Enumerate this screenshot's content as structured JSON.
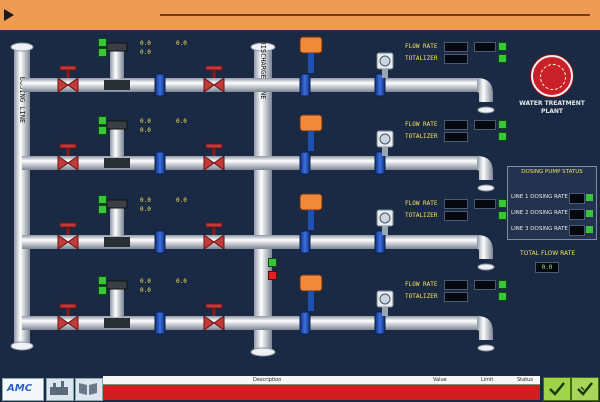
{
  "banner": {},
  "pipe_labels": {
    "left_header": "DOSING LINE",
    "mid_header": "DISCHARGE LINE"
  },
  "lines": [
    {
      "meter_label_1": "FLOW RATE",
      "meter_label_2": "TOTALIZER",
      "pump_r1": "0.0",
      "pump_r2": "0.0",
      "pump_r3": "0.0"
    },
    {
      "meter_label_1": "FLOW RATE",
      "meter_label_2": "TOTALIZER",
      "pump_r1": "0.0",
      "pump_r2": "0.0",
      "pump_r3": "0.0"
    },
    {
      "meter_label_1": "FLOW RATE",
      "meter_label_2": "TOTALIZER",
      "pump_r1": "0.0",
      "pump_r2": "0.0",
      "pump_r3": "0.0"
    },
    {
      "meter_label_1": "FLOW RATE",
      "meter_label_2": "TOTALIZER",
      "pump_r1": "0.0",
      "pump_r2": "0.0",
      "pump_r3": "0.0"
    }
  ],
  "org_name": "WATER TREATMENT PLANT",
  "panel": {
    "title": "DOSING PUMP STATUS",
    "rows": [
      {
        "label": "LINE 1 DOSING RATE"
      },
      {
        "label": "LINE 2 DOSING RATE"
      },
      {
        "label": "LINE 3 DOSING RATE"
      }
    ]
  },
  "total": {
    "label": "TOTAL FLOW RATE",
    "value": "0.0"
  },
  "footer": {
    "logo_text": "AMC",
    "alarm_headers": [
      "Description",
      "Value",
      "Limit",
      "Status"
    ]
  },
  "colors": {
    "background": "#1b2a44",
    "banner": "#ef9a55",
    "pipe": "#e6e9ee",
    "valve": "#c23a3a",
    "actuator": "#f08a3a",
    "flange": "#1f4fb0",
    "alarm": "#d11d1d",
    "ok": "#39c43c"
  }
}
